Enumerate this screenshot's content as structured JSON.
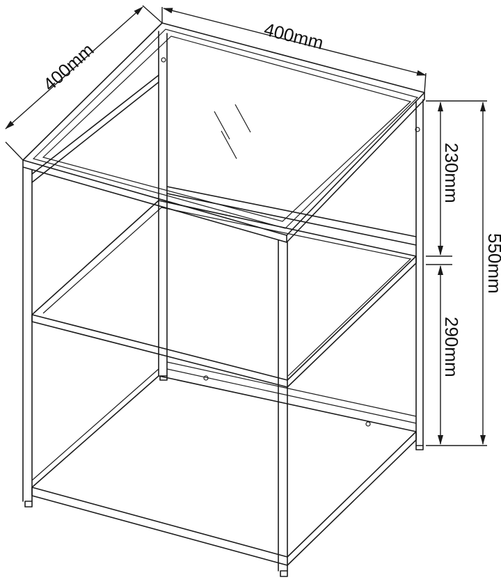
{
  "dimensions": {
    "width": "400mm",
    "depth": "400mm",
    "upper_height": "230mm",
    "lower_height": "290mm",
    "total_height": "550mm"
  }
}
